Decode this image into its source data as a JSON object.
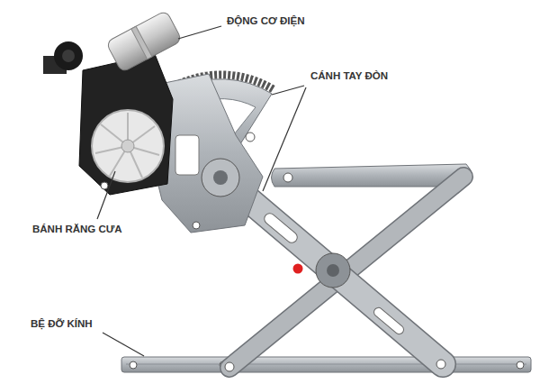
{
  "diagram": {
    "labels": [
      "ĐỘNG CƠ ĐIỆN",
      "CÁNH TAY ĐÒN",
      "BÁNH RĂNG CƯA",
      "BỆ ĐỠ KÍNH"
    ]
  }
}
